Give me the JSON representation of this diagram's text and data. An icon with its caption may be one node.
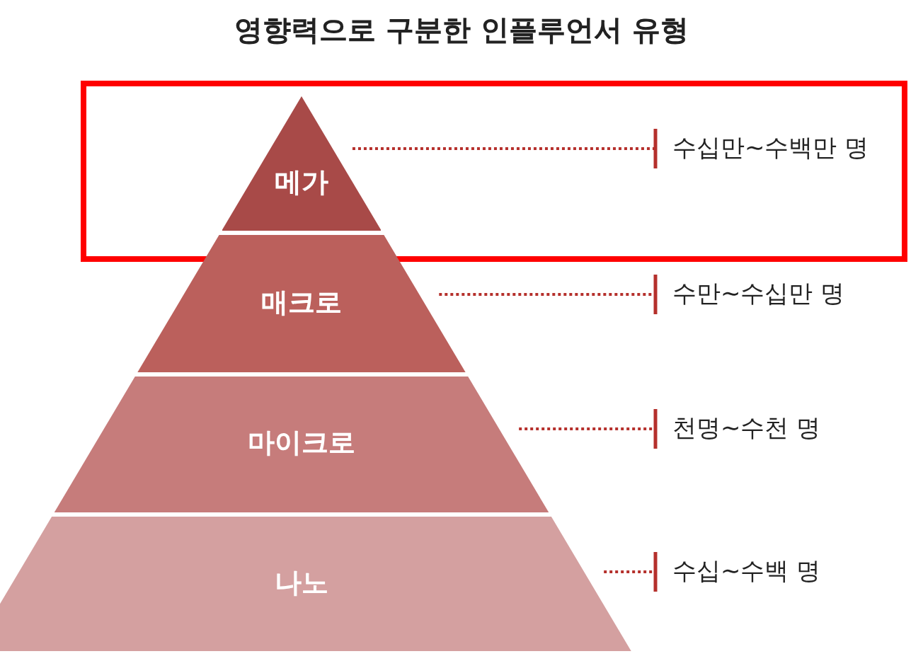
{
  "diagram": {
    "title": "영향력으로 구분한 인플루언서 유형",
    "nodes": [
      {
        "text": [],
        "shape": "box"
      },
      {
        "text": [
          "메가"
        ],
        "in": 0
      },
      {
        "text": [
          "매크로"
        ]
      },
      {
        "text": [
          "마이크로"
        ]
      },
      {
        "text": [
          "나노"
        ]
      },
      {
        "text": [
          "수십만~수백만 명"
        ],
        "in": 0
      },
      {
        "text": [
          "수만~수십만 명"
        ]
      },
      {
        "text": [
          "천명~수천 명"
        ]
      },
      {
        "text": [
          "수십~수백 명"
        ]
      }
    ],
    "edges": [
      {
        "from": 1,
        "to": 5,
        "arrow": "other",
        "style": "dashed"
      },
      {
        "from": 2,
        "to": 6,
        "arrow": "other",
        "style": "dashed"
      },
      {
        "from": 3,
        "to": 7,
        "arrow": "other",
        "style": "dashed"
      },
      {
        "from": 4,
        "to": 8,
        "arrow": "other",
        "style": "dashed"
      }
    ]
  }
}
